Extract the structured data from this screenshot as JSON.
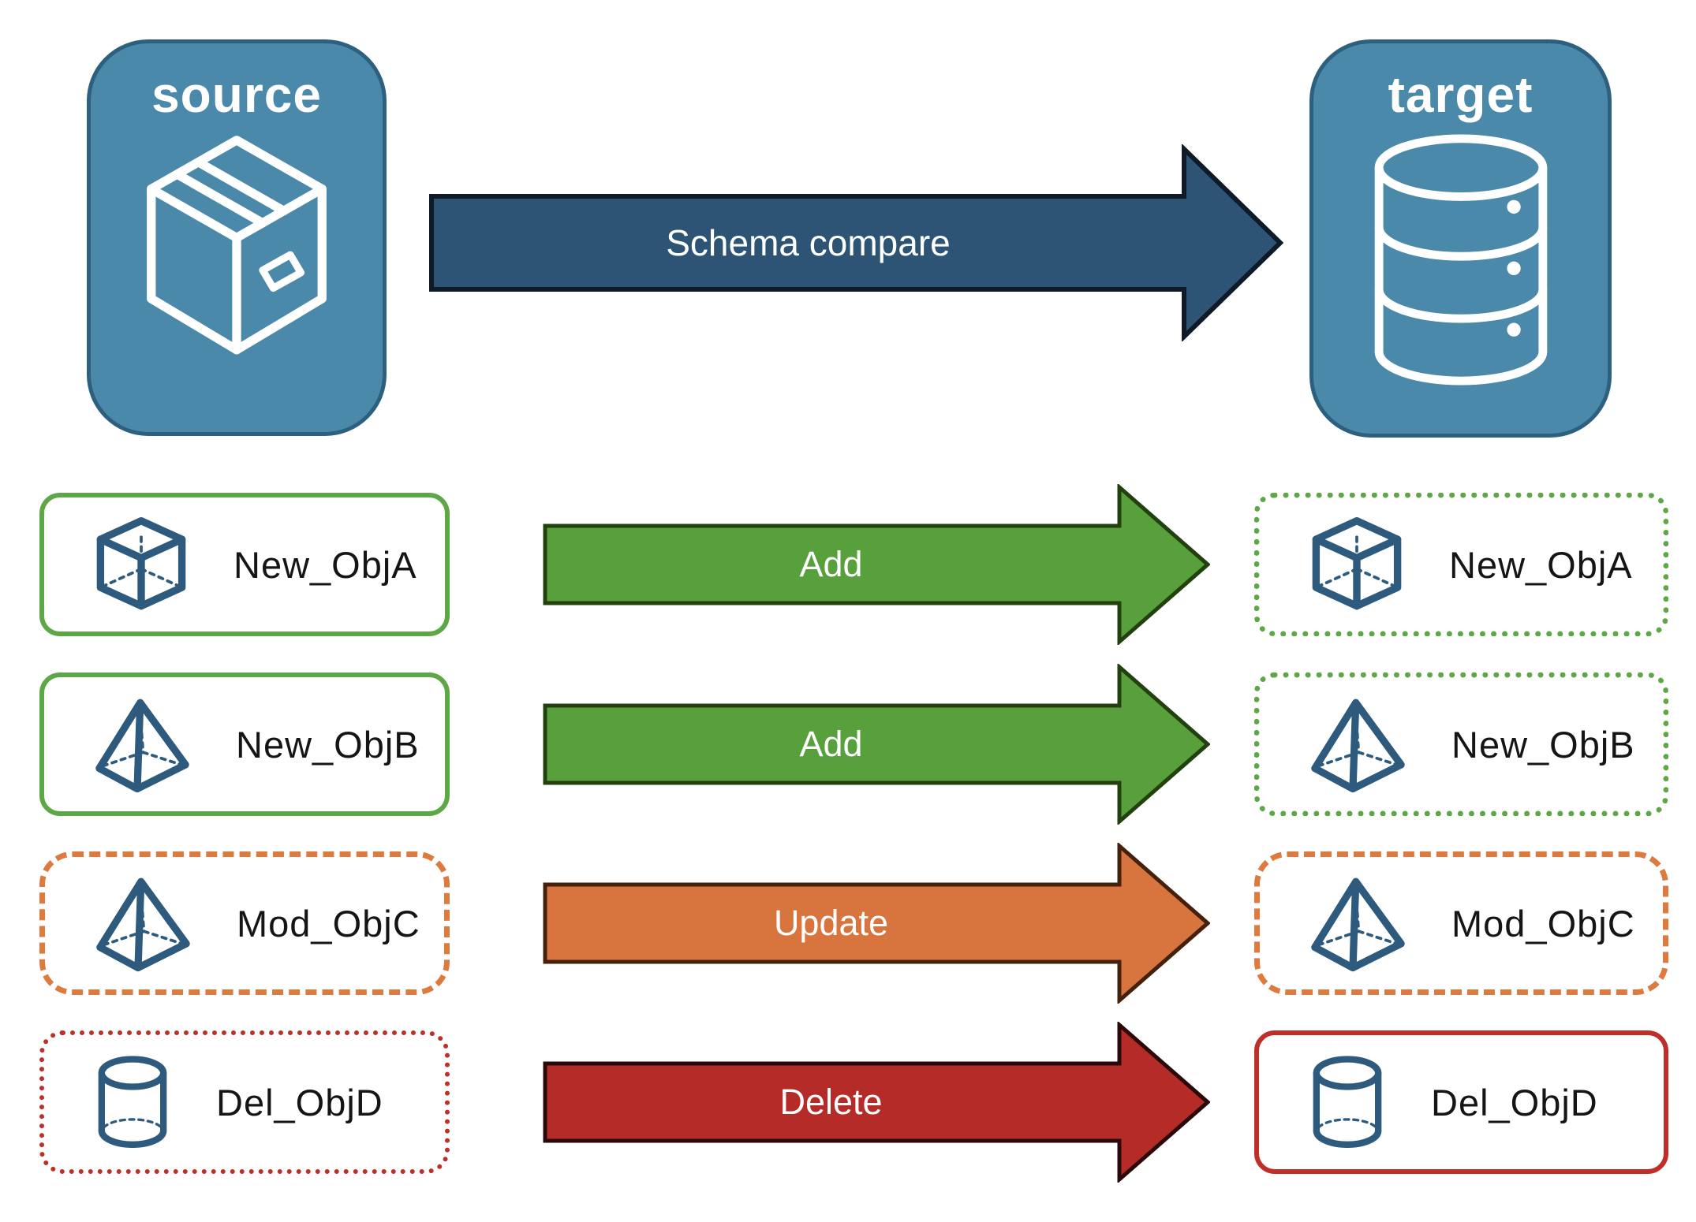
{
  "source": {
    "title": "source",
    "icon": "package-icon"
  },
  "target": {
    "title": "target",
    "icon": "database-icon"
  },
  "compare_arrow": {
    "label": "Schema compare",
    "fill": "#2d5474",
    "outline": "#0e1a27"
  },
  "rows": [
    {
      "source_label": "New_ObjA",
      "action": "Add",
      "target_label": "New_ObjA",
      "icon": "cube-icon",
      "source_border": "solid green",
      "target_border": "dotted green",
      "arrow_fill": "#58a03c",
      "arrow_outline": "#23400f"
    },
    {
      "source_label": "New_ObjB",
      "action": "Add",
      "target_label": "New_ObjB",
      "icon": "pyramid-icon",
      "source_border": "solid green",
      "target_border": "dotted green",
      "arrow_fill": "#58a03c",
      "arrow_outline": "#23400f"
    },
    {
      "source_label": "Mod_ObjC",
      "action": "Update",
      "target_label": "Mod_ObjC",
      "icon": "pyramid-icon",
      "source_border": "dashed orange",
      "target_border": "dashed orange",
      "arrow_fill": "#d8753e",
      "arrow_outline": "#43210b"
    },
    {
      "source_label": "Del_ObjD",
      "action": "Delete",
      "target_label": "Del_ObjD",
      "icon": "cylinder-icon",
      "source_border": "dotted red",
      "target_border": "solid red",
      "arrow_fill": "#b52b27",
      "arrow_outline": "#2a090b"
    }
  ],
  "colors": {
    "panel_blue": "#4a89a9",
    "panel_border": "#2c607e",
    "icon_blue": "#2e5b7d",
    "green": "#5ea746",
    "orange": "#dd7a3e",
    "red": "#bf2e28",
    "navy_arrow": "#2d5474"
  }
}
